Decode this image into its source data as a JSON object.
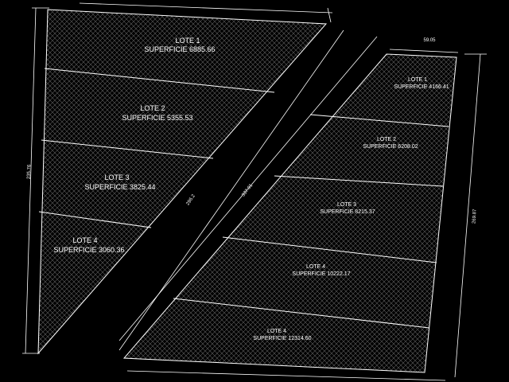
{
  "drawing": {
    "colors": {
      "background": "#000000",
      "line": "#ffffff",
      "hatch": "#5a5a5a"
    },
    "left_block": {
      "lots": [
        {
          "name": "LOTE 1",
          "area_text": "SUPERFICIE  6885.66"
        },
        {
          "name": "LOTE 2",
          "area_text": "SUPERFICIE  5355.53"
        },
        {
          "name": "LOTE 3",
          "area_text": "SUPERFICIE  3825.44"
        },
        {
          "name": "LOTE 4",
          "area_text": "SUPERFICIE  3060.36"
        }
      ],
      "dimension_left": "235.76",
      "dimension_diagonal": "296.2"
    },
    "right_block": {
      "lots": [
        {
          "name": "LOTE 1",
          "area_text": "SUPERFICIE  4166.41"
        },
        {
          "name": "LOTE 2",
          "area_text": "SUPERFICIE  6208.02"
        },
        {
          "name": "LOTE 3",
          "area_text": "SUPERFICIE  8215.37"
        },
        {
          "name": "LOTE 4",
          "area_text": "SUPERFICIE  10222.17"
        },
        {
          "name": "LOTE 4",
          "area_text": "SUPERFICIE  12314.60"
        }
      ],
      "dimension_top": "59.05",
      "dimension_right": "269.87",
      "dimension_diagonal": "337.01"
    }
  }
}
